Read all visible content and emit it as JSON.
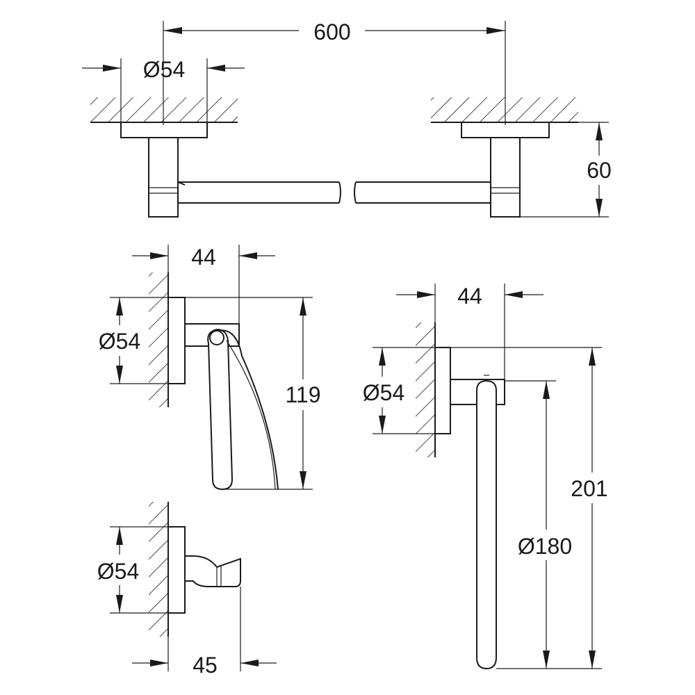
{
  "towel_bar": {
    "length_label": "600",
    "rosette_diameter_label": "Ø54",
    "projection_label": "60"
  },
  "toilet_paper_holder": {
    "projection_label": "44",
    "rosette_diameter_label": "Ø54",
    "height_label": "119"
  },
  "towel_ring": {
    "projection_label": "44",
    "rosette_diameter_label": "Ø54",
    "height_label": "201",
    "ring_diameter_label": "Ø180"
  },
  "robe_hook": {
    "rosette_diameter_label": "Ø54",
    "projection_label": "45"
  }
}
